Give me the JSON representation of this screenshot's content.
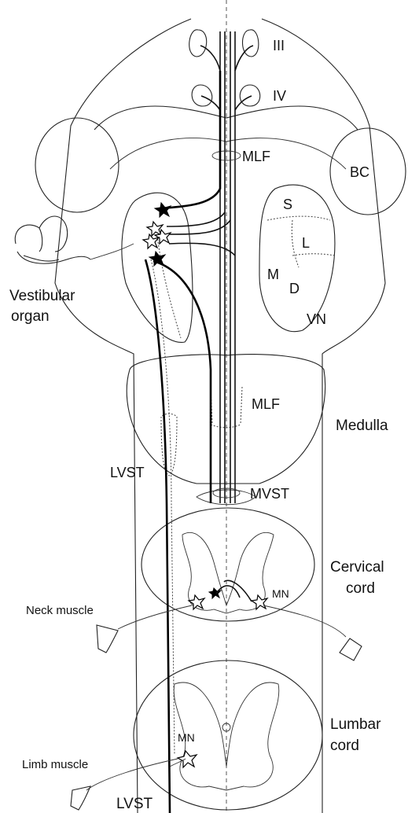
{
  "labels": {
    "nucleus_iii": "III",
    "nucleus_iv": "IV",
    "mlf_top": "MLF",
    "bc": "BC",
    "s": "S",
    "l": "L",
    "m": "M",
    "d": "D",
    "vn": "VN",
    "vestibular_organ_line1": "Vestibular",
    "vestibular_organ_line2": "organ",
    "mlf_medulla": "MLF",
    "medulla": "Medulla",
    "lvst_mid": "LVST",
    "mvst": "MVST",
    "cervical_line1": "Cervical",
    "cervical_line2": "cord",
    "neck_muscle": "Neck muscle",
    "mn_cervical": "MN",
    "lumbar_line1": "Lumbar",
    "lumbar_line2": "cord",
    "limb_muscle": "Limb muscle",
    "mn_lumbar": "MN",
    "lvst_bottom": "LVST"
  }
}
